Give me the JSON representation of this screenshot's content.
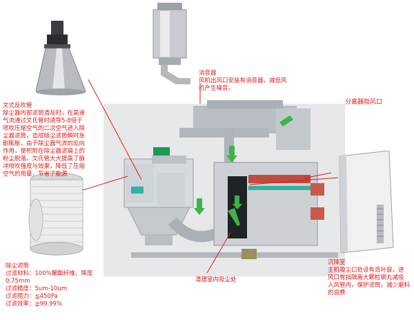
{
  "venturi": {
    "title": "文式反吹管",
    "lines": [
      "除尘器内部滤筒清灰时，在高速",
      "气流通过文氏管时诱导5-8倍于",
      "喷吹压缩空气的二次空气进入除",
      "尘器滤筒，造成除尘滤筒瞬时急",
      "剧膨胀，由于除尘器气流的反向",
      "作用，使积附在除尘器滤袋上的",
      "粉尘脱落。文氏管大大提高了脉",
      "冲喷吹强度与效果，降低了压缩",
      "空气的用量，节省了能源"
    ]
  },
  "silencer": {
    "title": "消音器",
    "lines": [
      "风机出风口安装有消音器，减低风",
      "机产生噪音。"
    ]
  },
  "separator": {
    "title": "分离器吸风口"
  },
  "filter": {
    "title": "除尘滤筒",
    "lines": [
      "过滤材料：100%聚酯纤维，厚度",
      "0.75mm",
      "过滤精度：5um-10um",
      "过滤阻力：≦450Pa",
      "过滤效率：≧99.99%"
    ]
  },
  "settling": {
    "title": "沉降室",
    "lines": [
      "主机吸尘口处设有百叶窗，进",
      "风口有挡隔离大颗粒钢丸减吸",
      "入风管内，保护滤筒，减少磨料",
      "的浪费"
    ]
  },
  "cleanroom": {
    "label": "清理室内吸尘处"
  },
  "colors": {
    "annotation": "#e01818",
    "machine": "#cfd3d8",
    "arrow_green": "#3bb54a",
    "motor": "#1a9a52"
  }
}
